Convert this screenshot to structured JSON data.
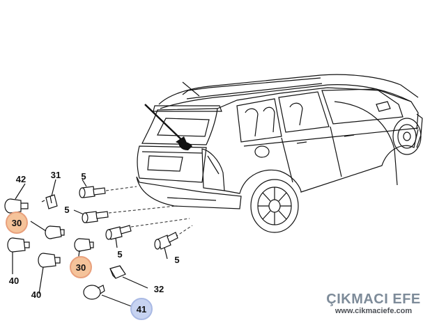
{
  "callouts": {
    "c42": "42",
    "c31": "31",
    "c5a": "5",
    "c5b": "5",
    "c30a": "30",
    "c5c": "5",
    "c40a": "40",
    "c30b": "30",
    "c5d": "5",
    "c40b": "40",
    "c32": "32",
    "c41": "41"
  },
  "highlight_colors": {
    "orange": "#f5c39a",
    "orange_ring": "#e9a07c",
    "blue": "#c7d3f1",
    "blue_ring": "#a9b9e4"
  },
  "watermark": {
    "brand": "ÇIKMACI EFE",
    "url": "www.cikmaciefe.com"
  }
}
